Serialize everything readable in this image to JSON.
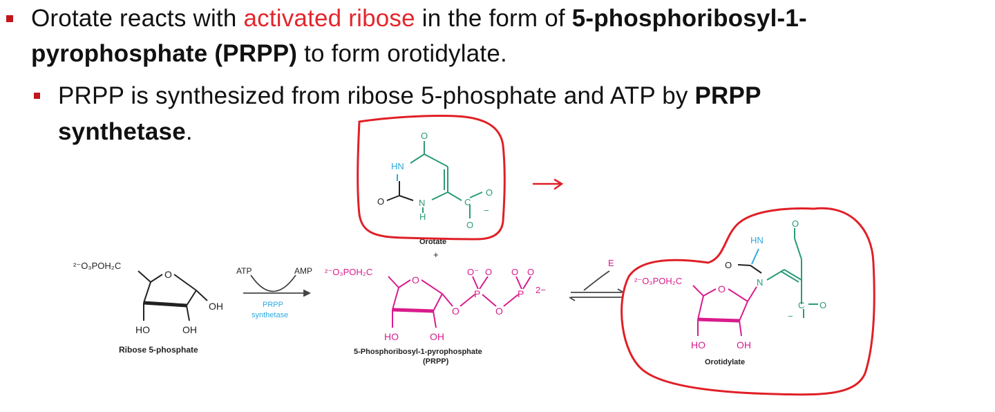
{
  "slide": {
    "bullet1": {
      "part1": "Orotate reacts with ",
      "highlight": "activated ribose",
      "part2": " in the form of ",
      "bold1": "5-phosphoribosyl-1-",
      "bold2": "pyrophosphate (PRPP)",
      "part3": " to form orotidylate."
    },
    "bullet2": {
      "part1": "PRPP is synthesized from ribose 5-phosphate and ATP by ",
      "bold1": "PRPP",
      "bold2": "synthetase",
      "part2": "."
    }
  },
  "scheme": {
    "ribose5p": {
      "phosphate_group": "²⁻O₃POH₂C",
      "oh_right": "OH",
      "ho_left": "HO",
      "oh_bottom": "OH",
      "name": "Ribose 5-phosphate",
      "ring_o": "O"
    },
    "enzyme_arrow": {
      "atp": "ATP",
      "amp": "AMP",
      "enzyme_line1": "PRPP",
      "enzyme_line2": "synthetase"
    },
    "prpp": {
      "phosphate_group": "²⁻O₃POH₂C",
      "ring_o": "O",
      "ho": "HO",
      "oh": "OH",
      "link_o1": "O",
      "link_o2": "O",
      "p1": "P",
      "p2": "P",
      "o_minus": "O⁻",
      "o_top1": "O",
      "o_top2": "O",
      "o_top3": "O",
      "charge": "2−",
      "name_line1": "5-Phosphoribosyl-1-pyrophosphate",
      "name_line2": "(PRPP)"
    },
    "orotate": {
      "o_top": "O",
      "hn": "HN",
      "n": "N",
      "h": "H",
      "o_left": "O",
      "c": "C",
      "o_right": "O",
      "o_bottom": "O",
      "minus": "−",
      "name": "Orotate",
      "plus": "+"
    },
    "orotidylate": {
      "phosphate_group": "²⁻O₃POH₂C",
      "ring_o": "O",
      "ho": "HO",
      "oh": "OH",
      "hn": "HN",
      "n": "N",
      "o_top": "O",
      "o_left": "O",
      "c": "C",
      "o_right": "O",
      "minus": "−",
      "name": "Orotidylate",
      "e": "E"
    }
  },
  "colors": {
    "bullet": "#c0161c",
    "highlight": "#e3262c",
    "prpp": "#d81b8c",
    "pyrimidine": "#2a9a78",
    "nh": "#2aa9e0",
    "enzyme": "#2aa9e0",
    "annotation": "#e01f26"
  }
}
